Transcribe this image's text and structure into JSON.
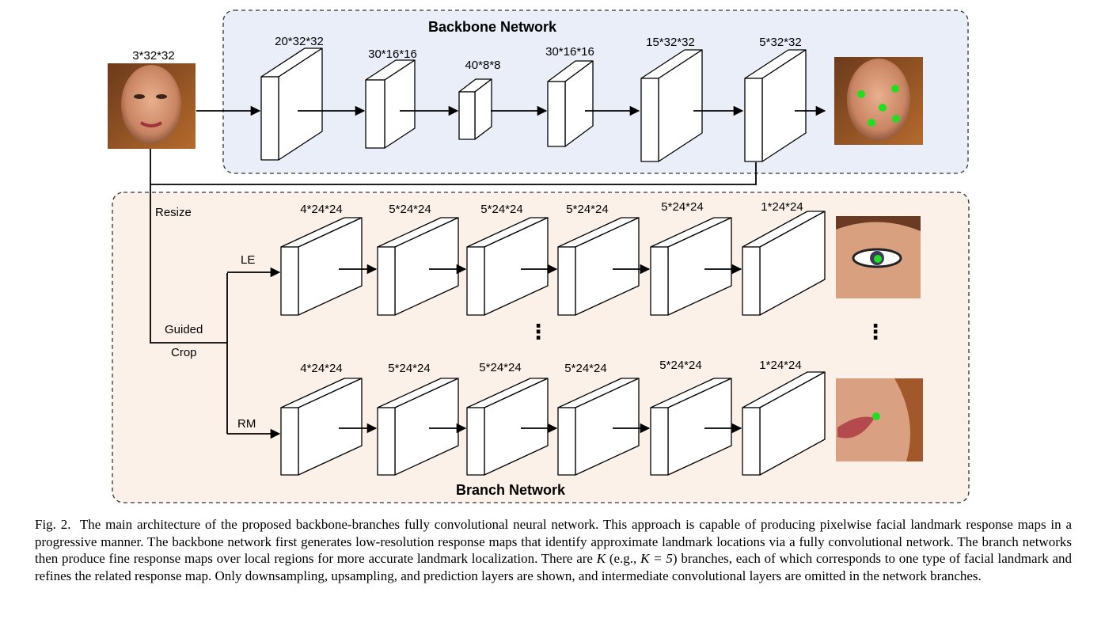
{
  "diagram": {
    "backbone": {
      "title": "Backbone Network",
      "input_label": "3*32*32",
      "layers": [
        "20*32*32",
        "30*16*16",
        "40*8*8",
        "30*16*16",
        "15*32*32",
        "5*32*32"
      ]
    },
    "branch": {
      "title": "Branch Network",
      "resize_label": "Resize",
      "guided_label": "Guided",
      "crop_label": "Crop",
      "top_branch": {
        "name": "LE",
        "layers": [
          "4*24*24",
          "5*24*24",
          "5*24*24",
          "5*24*24",
          "5*24*24",
          "1*24*24"
        ]
      },
      "bottom_branch": {
        "name": "RM",
        "layers": [
          "4*24*24",
          "5*24*24",
          "5*24*24",
          "5*24*24",
          "5*24*24",
          "1*24*24"
        ]
      },
      "ellipsis": "⋮"
    },
    "colors": {
      "backbone_bg": "#e9eef8",
      "branch_bg": "#fcf1e8",
      "landmark": "#22dd22",
      "block_fill": "#ffffff",
      "line": "#000000"
    }
  },
  "caption": {
    "fig_label": "Fig. 2.",
    "text_1": "The main architecture of the proposed backbone-branches fully convolutional neural network. This approach is capable of producing pixelwise facial landmark response maps in a progressive manner. The backbone network first generates low-resolution response maps that identify approximate landmark locations via a fully convolutional network. The branch networks then produce fine response maps over local regions for more accurate landmark localization. There are",
    "math_K": "K",
    "text_2": "(e.g.,",
    "math_K5": "K = 5",
    "text_3": ") branches, each of which corresponds to one type of facial landmark and refines the related response map. Only downsampling, upsampling, and prediction layers are shown, and intermediate convolutional layers are omitted in the network branches."
  }
}
